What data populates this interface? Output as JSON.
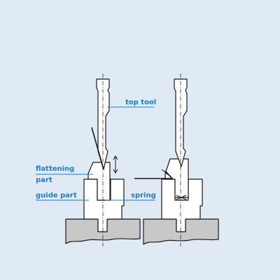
{
  "labels": {
    "top_tool": "top tool",
    "flattening_1": "flattening",
    "flattening_2": "part",
    "guide_part": "guide part",
    "spring": "spring"
  },
  "colors": {
    "background": "#dfeaf4",
    "label": "#1a7fd4",
    "line": "#1a1a1a",
    "die_fill": "#c8c8c8",
    "part_fill": "#ffffff"
  }
}
